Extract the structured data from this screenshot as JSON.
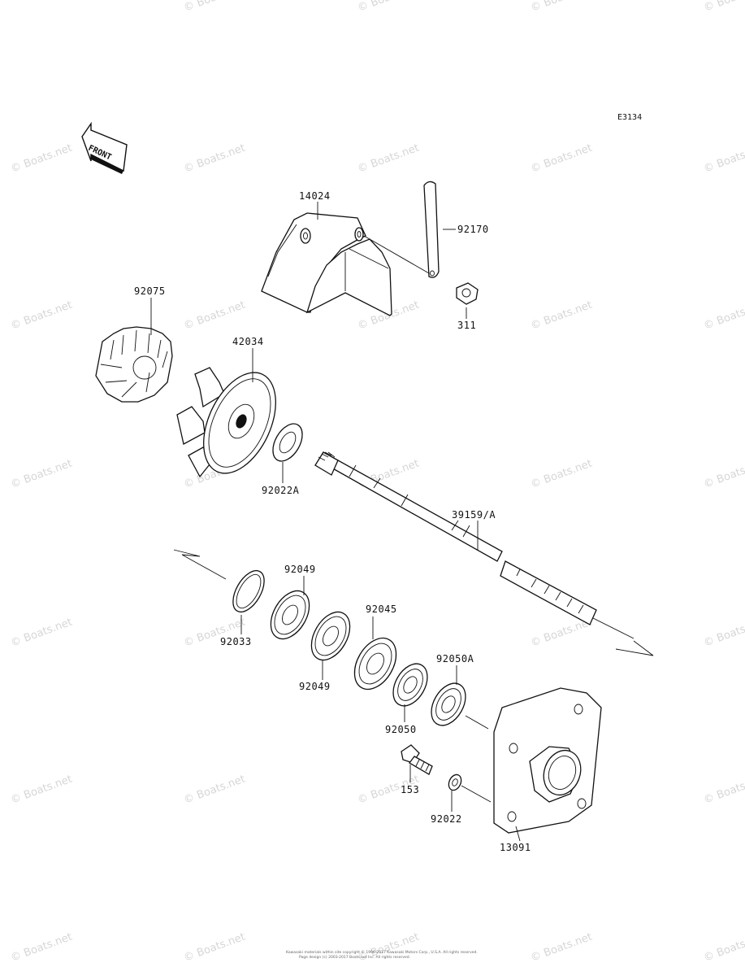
{
  "diagram": {
    "code": "E3134",
    "front_label": "FRONT",
    "watermark": "© Boats.net",
    "footer_lines": [
      "Kawasaki materials within site copyright © 1996-2017 Kawasaki Motors Corp., U.S.A. All rights reserved.",
      "Page design (c) 2003-2017 Boats.net Inc. All rights reserved."
    ],
    "labels": {
      "p14024": "14024",
      "p92170": "92170",
      "p311": "311",
      "p92075": "92075",
      "p42034": "42034",
      "p92022A": "92022A",
      "p39159A": "39159/A",
      "p92049a": "92049",
      "p92033": "92033",
      "p92049b": "92049",
      "p92045": "92045",
      "p92050A": "92050A",
      "p92050": "92050",
      "p153": "153",
      "p92022": "92022",
      "p13091": "13091"
    }
  }
}
